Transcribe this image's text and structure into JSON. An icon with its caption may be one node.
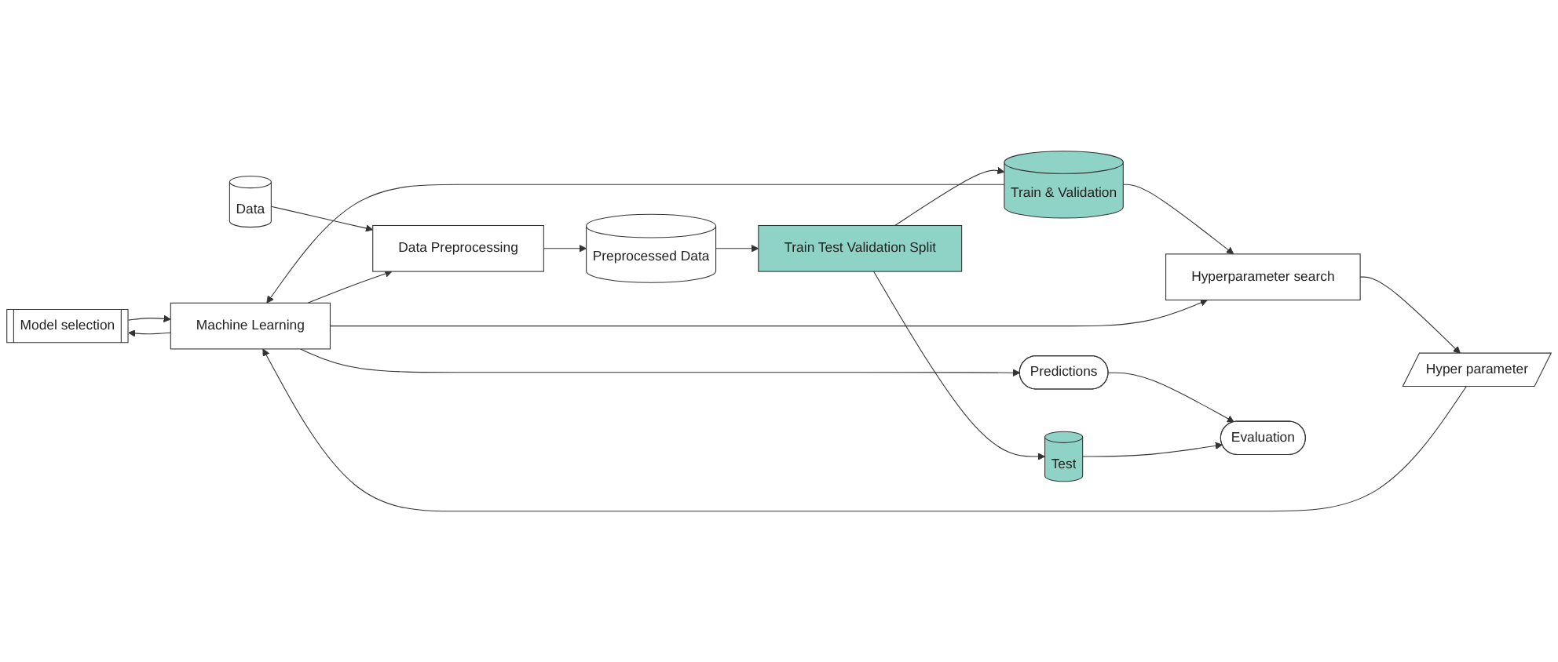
{
  "diagram": {
    "nodes": [
      {
        "text": [
          "Model selection"
        ]
      },
      {
        "text": [
          "Data"
        ]
      },
      {
        "text": [
          "Data Preprocessing"
        ]
      },
      {
        "text": [
          "Preprocessed Data"
        ]
      },
      {
        "text": [
          "Train Test Validation Split"
        ]
      },
      {
        "text": [
          "Train & Validation"
        ]
      },
      {
        "text": [
          "Hyperparameter search"
        ]
      },
      {
        "text": [
          "Hyper parameter"
        ]
      },
      {
        "text": [
          "Machine Learning"
        ]
      },
      {
        "text": [
          "Predictions"
        ]
      },
      {
        "text": [
          "Test"
        ]
      },
      {
        "text": [
          "Evaluation"
        ]
      }
    ],
    "edges": [
      {
        "from": 1,
        "to": 2,
        "arrow": "to"
      },
      {
        "from": 2,
        "to": 3,
        "arrow": "to"
      },
      {
        "from": 3,
        "to": 4,
        "arrow": "to"
      },
      {
        "from": 4,
        "to": 5,
        "arrow": "to"
      },
      {
        "from": 4,
        "to": 10,
        "arrow": "to"
      },
      {
        "from": 5,
        "to": 6,
        "arrow": "to"
      },
      {
        "from": 6,
        "to": 7,
        "arrow": "to"
      },
      {
        "from": 7,
        "to": 8,
        "arrow": "to"
      },
      {
        "from": 5,
        "to": 8,
        "arrow": "to"
      },
      {
        "from": 0,
        "to": 8,
        "arrow": "to"
      },
      {
        "from": 8,
        "to": 9,
        "arrow": "to"
      },
      {
        "from": 8,
        "to": 0,
        "arrow": "to"
      },
      {
        "from": 8,
        "to": 2,
        "arrow": "to"
      },
      {
        "from": 8,
        "to": 6,
        "arrow": "to"
      },
      {
        "from": 9,
        "to": 11,
        "arrow": "to"
      },
      {
        "from": 10,
        "to": 11,
        "arrow": "to"
      }
    ]
  }
}
